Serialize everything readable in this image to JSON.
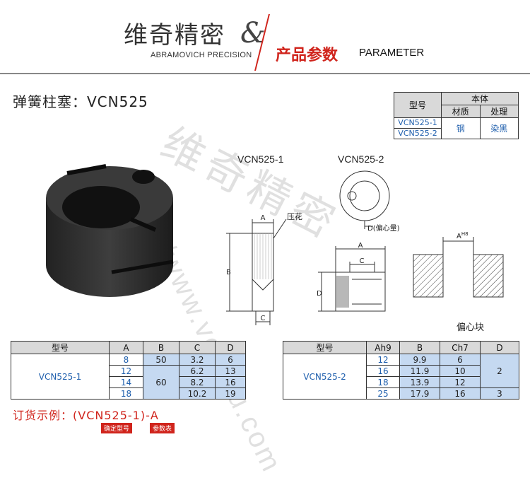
{
  "header": {
    "brand": "维奇精密",
    "amp": "&",
    "brand_sub": "ABRAMOVICH PRECISION",
    "product": "产品参数",
    "param": "PARAMETER"
  },
  "title": "弹簧柱塞：VCN525",
  "watermark": {
    "cn": "维奇精密",
    "url": "http://www.veichu.com"
  },
  "body_table": {
    "h_model": "型号",
    "h_body": "本体",
    "h_material": "材质",
    "h_treatment": "处理",
    "models": [
      "VCN525-1",
      "VCN525-2"
    ],
    "material": "钢",
    "treatment": "染黑"
  },
  "drawing": {
    "label1": "VCN525-1",
    "label2": "VCN525-2",
    "knurl": "压花",
    "ecc_amount": "D(偏心量)",
    "ecc_block": "偏心块",
    "dims": {
      "A": "A",
      "B": "B",
      "C": "C",
      "D": "D",
      "AH8": "A",
      "h8": "H8"
    }
  },
  "table1": {
    "headers": [
      "型号",
      "A",
      "B",
      "C",
      "D"
    ],
    "model": "VCN525-1",
    "A": [
      "8",
      "12",
      "14",
      "18"
    ],
    "B": [
      "50",
      "60"
    ],
    "C": [
      "3.2",
      "6.2",
      "8.2",
      "10.2"
    ],
    "D": [
      "6",
      "13",
      "16",
      "19"
    ]
  },
  "table2": {
    "headers": [
      "型号",
      "Ah9",
      "B",
      "Ch7",
      "D"
    ],
    "model": "VCN525-2",
    "A": [
      "12",
      "16",
      "18",
      "25"
    ],
    "B": [
      "9.9",
      "11.9",
      "13.9",
      "17.9"
    ],
    "C": [
      "6",
      "10",
      "12",
      "16"
    ],
    "D": [
      "2",
      "3"
    ]
  },
  "order": {
    "text": "订货示例：(VCN525-1)-A",
    "tag1": "确定型号",
    "tag2": "参数表"
  }
}
